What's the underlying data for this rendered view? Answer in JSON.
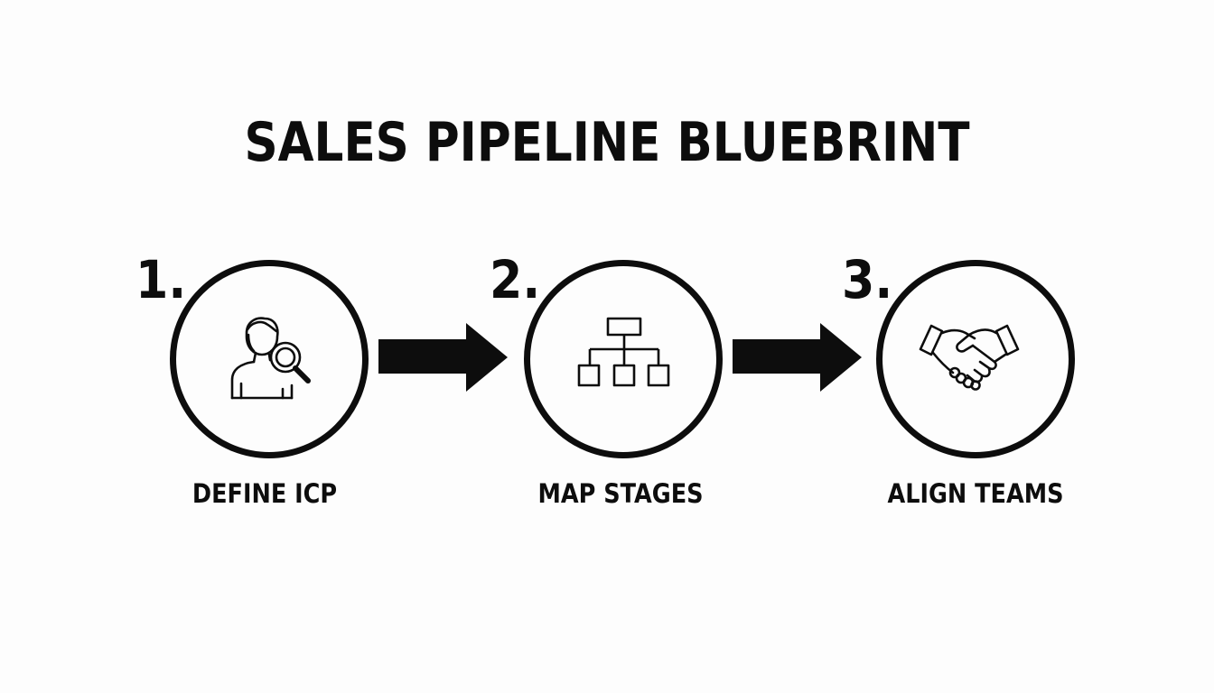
{
  "diagram": {
    "title": "SALES PIPELINE BLUEBRINT",
    "steps": [
      {
        "number": "1.",
        "label": "DEFINE ICP",
        "icon": "person-magnifier-icon"
      },
      {
        "number": "2.",
        "label": "MAP STAGES",
        "icon": "hierarchy-chart-icon"
      },
      {
        "number": "3.",
        "label": "ALIGN TEAMS",
        "icon": "handshake-icon"
      }
    ],
    "colors": {
      "ink": "#0d0d0d",
      "background": "#fdfdfd"
    }
  }
}
